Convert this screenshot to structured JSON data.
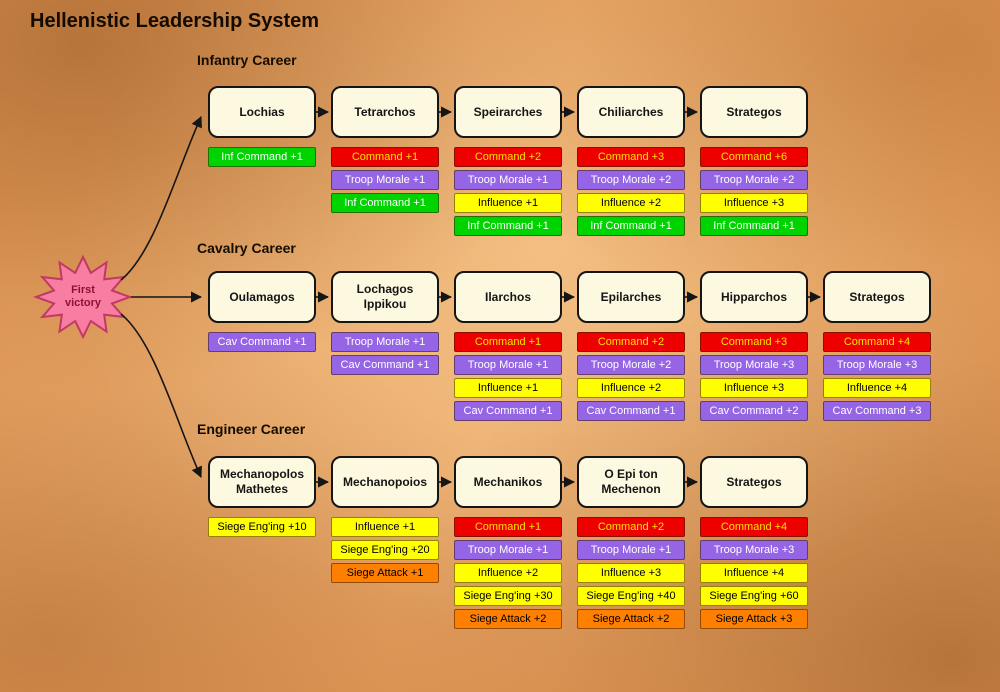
{
  "title": "Hellenistic Leadership System",
  "start_node": {
    "label_line1": "First",
    "label_line2": "victory",
    "fill": "#f87da3",
    "border": "#c13a63",
    "text_color": "#8b1330"
  },
  "badge_styles": {
    "command": {
      "bg": "#ee0000",
      "fg": "#ffe000"
    },
    "morale": {
      "bg": "#9565e6",
      "fg": "#ffffff"
    },
    "influence": {
      "bg": "#ffff00",
      "fg": "#000000"
    },
    "inf_command": {
      "bg": "#00d400",
      "fg": "#ffffff"
    },
    "cav_command": {
      "bg": "#9565e6",
      "fg": "#ffffff"
    },
    "siege_eng": {
      "bg": "#ffff00",
      "fg": "#000000"
    },
    "siege_attack": {
      "bg": "#ff8000",
      "fg": "#000000"
    }
  },
  "careers": [
    {
      "label": "Infantry Career",
      "ranks": [
        {
          "name": "Lochias",
          "badges": [
            {
              "label": "Inf Command +1",
              "type": "inf_command"
            }
          ]
        },
        {
          "name": "Tetrarchos",
          "badges": [
            {
              "label": "Command +1",
              "type": "command"
            },
            {
              "label": "Troop Morale +1",
              "type": "morale"
            },
            {
              "label": "Inf Command +1",
              "type": "inf_command"
            }
          ]
        },
        {
          "name": "Speirarches",
          "badges": [
            {
              "label": "Command +2",
              "type": "command"
            },
            {
              "label": "Troop Morale +1",
              "type": "morale"
            },
            {
              "label": "Influence +1",
              "type": "influence"
            },
            {
              "label": "Inf Command +1",
              "type": "inf_command"
            }
          ]
        },
        {
          "name": "Chiliarches",
          "badges": [
            {
              "label": "Command +3",
              "type": "command"
            },
            {
              "label": "Troop Morale +2",
              "type": "morale"
            },
            {
              "label": "Influence +2",
              "type": "influence"
            },
            {
              "label": "Inf Command +1",
              "type": "inf_command"
            }
          ]
        },
        {
          "name": "Strategos",
          "badges": [
            {
              "label": "Command +6",
              "type": "command"
            },
            {
              "label": "Troop Morale +2",
              "type": "morale"
            },
            {
              "label": "Influence +3",
              "type": "influence"
            },
            {
              "label": "Inf Command +1",
              "type": "inf_command"
            }
          ]
        }
      ]
    },
    {
      "label": "Cavalry Career",
      "ranks": [
        {
          "name": "Oulamagos",
          "badges": [
            {
              "label": "Cav Command +1",
              "type": "cav_command"
            }
          ]
        },
        {
          "name": "Lochagos Ippikou",
          "badges": [
            {
              "label": "Troop Morale +1",
              "type": "morale"
            },
            {
              "label": "Cav Command +1",
              "type": "cav_command"
            }
          ]
        },
        {
          "name": "Ilarchos",
          "badges": [
            {
              "label": "Command +1",
              "type": "command"
            },
            {
              "label": "Troop Morale +1",
              "type": "morale"
            },
            {
              "label": "Influence +1",
              "type": "influence"
            },
            {
              "label": "Cav Command +1",
              "type": "cav_command"
            }
          ]
        },
        {
          "name": "Epilarches",
          "badges": [
            {
              "label": "Command +2",
              "type": "command"
            },
            {
              "label": "Troop Morale +2",
              "type": "morale"
            },
            {
              "label": "Influence +2",
              "type": "influence"
            },
            {
              "label": "Cav Command +1",
              "type": "cav_command"
            }
          ]
        },
        {
          "name": "Hipparchos",
          "badges": [
            {
              "label": "Command +3",
              "type": "command"
            },
            {
              "label": "Troop Morale +3",
              "type": "morale"
            },
            {
              "label": "Influence +3",
              "type": "influence"
            },
            {
              "label": "Cav Command +2",
              "type": "cav_command"
            }
          ]
        },
        {
          "name": "Strategos",
          "badges": [
            {
              "label": "Command +4",
              "type": "command"
            },
            {
              "label": "Troop Morale +3",
              "type": "morale"
            },
            {
              "label": "Influence +4",
              "type": "influence"
            },
            {
              "label": "Cav Command +3",
              "type": "cav_command"
            }
          ]
        }
      ]
    },
    {
      "label": "Engineer Career",
      "ranks": [
        {
          "name": "Mechanopolos Mathetes",
          "badges": [
            {
              "label": "Siege Eng'ing +10",
              "type": "siege_eng"
            }
          ]
        },
        {
          "name": "Mechanopoios",
          "badges": [
            {
              "label": "Influence +1",
              "type": "influence"
            },
            {
              "label": "Siege Eng'ing +20",
              "type": "siege_eng"
            },
            {
              "label": "Siege Attack +1",
              "type": "siege_attack"
            }
          ]
        },
        {
          "name": "Mechanikos",
          "badges": [
            {
              "label": "Command +1",
              "type": "command"
            },
            {
              "label": "Troop Morale +1",
              "type": "morale"
            },
            {
              "label": "Influence +2",
              "type": "influence"
            },
            {
              "label": "Siege Eng'ing +30",
              "type": "siege_eng"
            },
            {
              "label": "Siege Attack +2",
              "type": "siege_attack"
            }
          ]
        },
        {
          "name": "O Epi ton Mechenon",
          "badges": [
            {
              "label": "Command +2",
              "type": "command"
            },
            {
              "label": "Troop Morale +1",
              "type": "morale"
            },
            {
              "label": "Influence +3",
              "type": "influence"
            },
            {
              "label": "Siege Eng'ing +40",
              "type": "siege_eng"
            },
            {
              "label": "Siege Attack +2",
              "type": "siege_attack"
            }
          ]
        },
        {
          "name": "Strategos",
          "badges": [
            {
              "label": "Command +4",
              "type": "command"
            },
            {
              "label": "Troop Morale +3",
              "type": "morale"
            },
            {
              "label": "Influence +4",
              "type": "influence"
            },
            {
              "label": "Siege Eng'ing +60",
              "type": "siege_eng"
            },
            {
              "label": "Siege Attack +3",
              "type": "siege_attack"
            }
          ]
        }
      ]
    }
  ]
}
